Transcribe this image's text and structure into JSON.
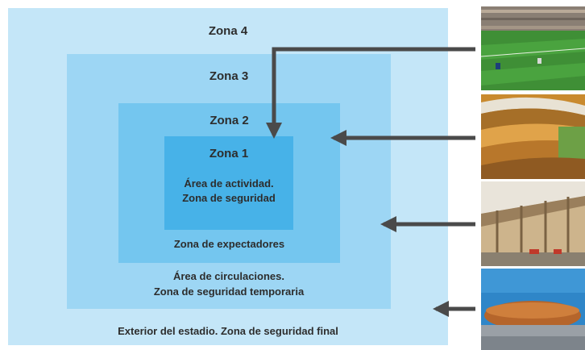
{
  "colors": {
    "zone4": "#c4e6f8",
    "zone3": "#9dd6f4",
    "zone2": "#74c6ef",
    "zone1": "#47b2e8",
    "arrow": "#4a4a4a"
  },
  "zones": {
    "zone4": {
      "title": "Zona 4",
      "description": "Exterior del estadio. Zona de seguridad final"
    },
    "zone3": {
      "title": "Zona 3",
      "description_line1": "Área de circulaciones.",
      "description_line2": "Zona de seguridad temporaria"
    },
    "zone2": {
      "title": "Zona 2",
      "description": "Zona de expectadores"
    },
    "zone1": {
      "title": "Zona 1",
      "description_line1": "Área de actividad.",
      "description_line2": "Zona de seguridad"
    }
  },
  "photos": [
    {
      "icon": "stadium-pitch-photo"
    },
    {
      "icon": "stadium-stands-photo"
    },
    {
      "icon": "stadium-concourse-photo"
    },
    {
      "icon": "stadium-exterior-photo"
    }
  ]
}
